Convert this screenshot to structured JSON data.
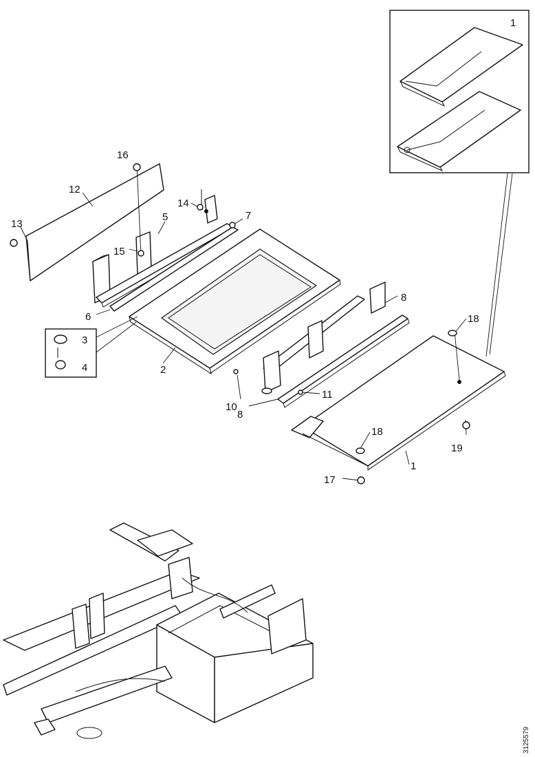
{
  "callouts": {
    "c1_inset": "1",
    "c16": "16",
    "c12": "12",
    "c13": "13",
    "c14": "14",
    "c5": "5",
    "c7": "7",
    "c15": "15",
    "c6": "6",
    "c3": "3",
    "c4": "4",
    "c2": "2",
    "c8_top": "8",
    "c18_top": "18",
    "c10": "10",
    "c11": "11",
    "c8_bottom": "8",
    "c18_mid": "18",
    "c19": "19",
    "c17": "17",
    "c1_main": "1"
  },
  "document_number": "3125579"
}
